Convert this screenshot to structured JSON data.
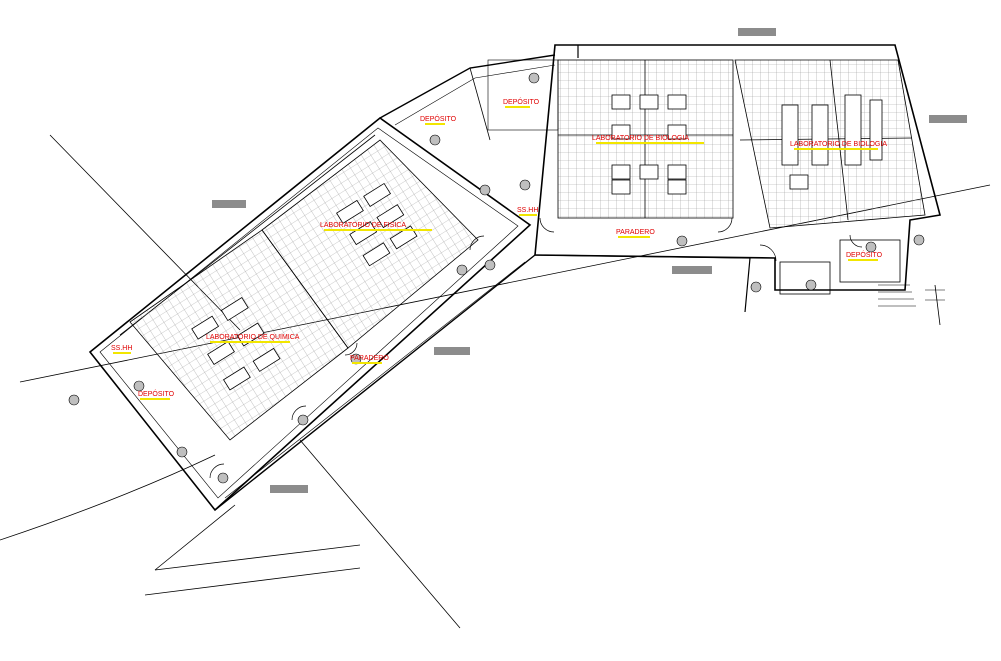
{
  "drawing": {
    "colors": {
      "background": "#ffffff",
      "line": "#000000",
      "hatch": "#9a9a9a",
      "label_text": "#e00000",
      "label_underline": "#f2e600",
      "tag": "#8c8c8c"
    },
    "room_labels": {
      "deposito_1": "DEPÓSITO",
      "deposito_2": "DEPÓSITO",
      "deposito_3": "DEPÓSITO",
      "deposito_4": "DEPÓSITO",
      "lab_left": "LABORATORIO DE QUIMICA",
      "lab_middle": "LABORATORIO DE FISICA",
      "lab_top": "LABORATORIO DE BIOLOGIA",
      "lab_right": "LABORATORIO DE BIOLOGIA",
      "paradero_1": "PARADERO",
      "paradero_2": "PARADERO",
      "sshh_1": "SS.HH",
      "sshh_2": "SS.HH"
    }
  }
}
